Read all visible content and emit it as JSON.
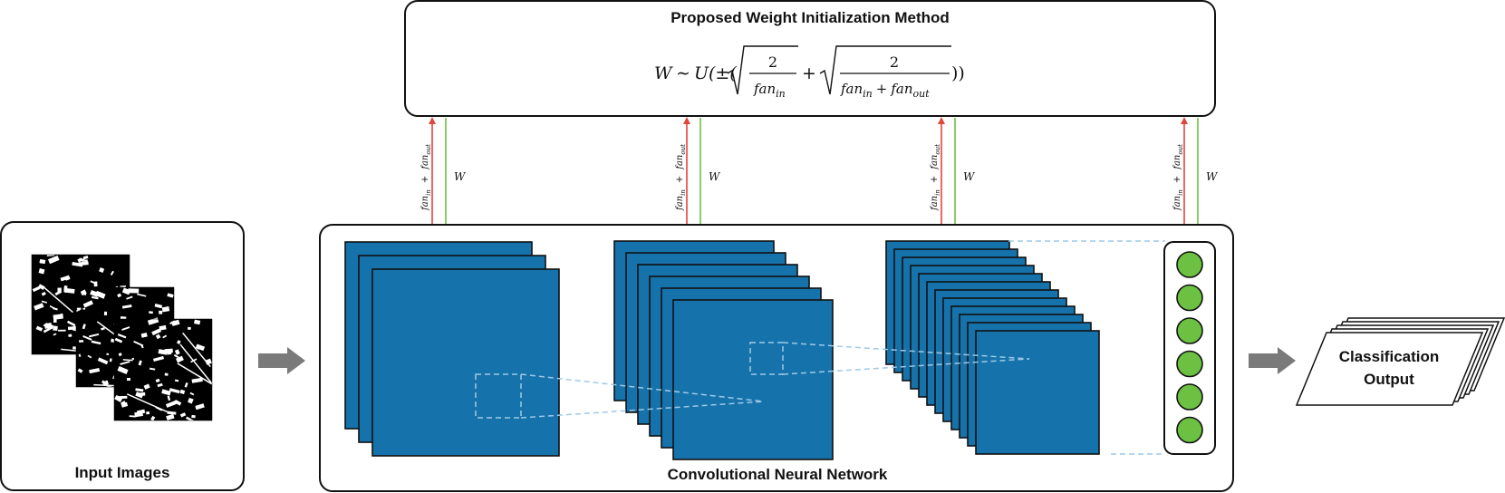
{
  "header": {
    "title": "Proposed Weight Initialization Method",
    "formula": {
      "lhs": "W",
      "sim": "∼",
      "func": "U(±(",
      "numerator_1": "2",
      "denominator_1_base": "fan",
      "denominator_1_sub": "in",
      "plus": "+",
      "numerator_2": "2",
      "denominator_2_base_a": "fan",
      "denominator_2_sub_a": "in",
      "denominator_2_plus": "+",
      "denominator_2_base_b": "fan",
      "denominator_2_sub_b": "out",
      "close": "))"
    }
  },
  "arrow_labels": {
    "up_fan_in": "fan",
    "up_fan_in_sub": "in",
    "up_plus": "+",
    "up_fan_out": "fan",
    "up_fan_out_sub": "out",
    "down_w": "W"
  },
  "input_panel": {
    "label": "Input Images"
  },
  "cnn_panel": {
    "label": "Convolutional Neural Network",
    "neuron_count": 6
  },
  "output_panel": {
    "label_line1": "Classification",
    "label_line2": "Output"
  },
  "colors": {
    "feature_map": "#1672ab",
    "up_arrow": "#e2453a",
    "down_arrow": "#6cc142",
    "neuron_fill": "#6cc142",
    "dashed": "#9ec9e8",
    "flow_arrow": "#7a7a7a",
    "border": "#111111"
  }
}
